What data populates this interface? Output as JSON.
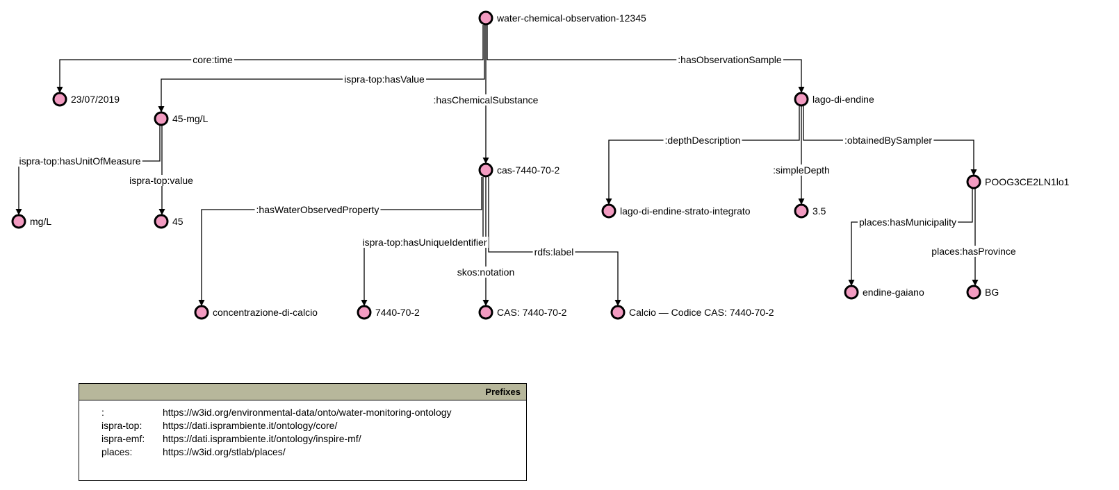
{
  "colors": {
    "node_fill": "#f29bc1",
    "header_bg": "#b7b79b",
    "line": "#000000"
  },
  "nodes": [
    {
      "id": "obs",
      "label": "water-chemical-observation-12345"
    },
    {
      "id": "date",
      "label": "23/07/2019"
    },
    {
      "id": "val",
      "label": "45-mg/L"
    },
    {
      "id": "mgl",
      "label": "mg/L"
    },
    {
      "id": "n45",
      "label": "45"
    },
    {
      "id": "cas",
      "label": "cas-7440-70-2"
    },
    {
      "id": "calc",
      "label": "concentrazione-di-calcio"
    },
    {
      "id": "id",
      "label": "7440-70-2"
    },
    {
      "id": "casnot",
      "label": "CAS: 7440-70-2"
    },
    {
      "id": "calcio",
      "label": "Calcio — Codice CAS: 7440-70-2"
    },
    {
      "id": "lago",
      "label": "lago-di-endine"
    },
    {
      "id": "strato",
      "label": "lago-di-endine-strato-integrato"
    },
    {
      "id": "d35",
      "label": "3.5"
    },
    {
      "id": "poog",
      "label": "POOG3CE2LN1lo1"
    },
    {
      "id": "gaiano",
      "label": "endine-gaiano"
    },
    {
      "id": "bg",
      "label": "BG"
    }
  ],
  "edges": [
    {
      "id": "time",
      "label": "core:time"
    },
    {
      "id": "hasValue",
      "label": "ispra-top:hasValue"
    },
    {
      "id": "hasChem",
      "label": ":hasChemicalSubstance"
    },
    {
      "id": "hasSample",
      "label": ":hasObservationSample"
    },
    {
      "id": "unit",
      "label": "ispra-top:hasUnitOfMeasure"
    },
    {
      "id": "value",
      "label": "ispra-top:value"
    },
    {
      "id": "waterProp",
      "label": ":hasWaterObservedProperty"
    },
    {
      "id": "uniqueId",
      "label": "ispra-top:hasUniqueIdentifier"
    },
    {
      "id": "notation",
      "label": "skos:notation"
    },
    {
      "id": "rdfsLabel",
      "label": "rdfs:label"
    },
    {
      "id": "depthDesc",
      "label": ":depthDescription"
    },
    {
      "id": "simpleDepth",
      "label": ":simpleDepth"
    },
    {
      "id": "sampler",
      "label": ":obtainedBySampler"
    },
    {
      "id": "municipality",
      "label": "places:hasMunicipality"
    },
    {
      "id": "province",
      "label": "places:hasProvince"
    }
  ],
  "prefixes": {
    "title": "Prefixes",
    "rows": [
      {
        "key": ":",
        "iri": "https://w3id.org/environmental-data/onto/water-monitoring-ontology"
      },
      {
        "key": "ispra-top:",
        "iri": "https://dati.isprambiente.it/ontology/core/"
      },
      {
        "key": "ispra-emf:",
        "iri": "https://dati.isprambiente.it/ontology/inspire-mf/"
      },
      {
        "key": "places:",
        "iri": "https://w3id.org/stlab/places/"
      }
    ]
  }
}
